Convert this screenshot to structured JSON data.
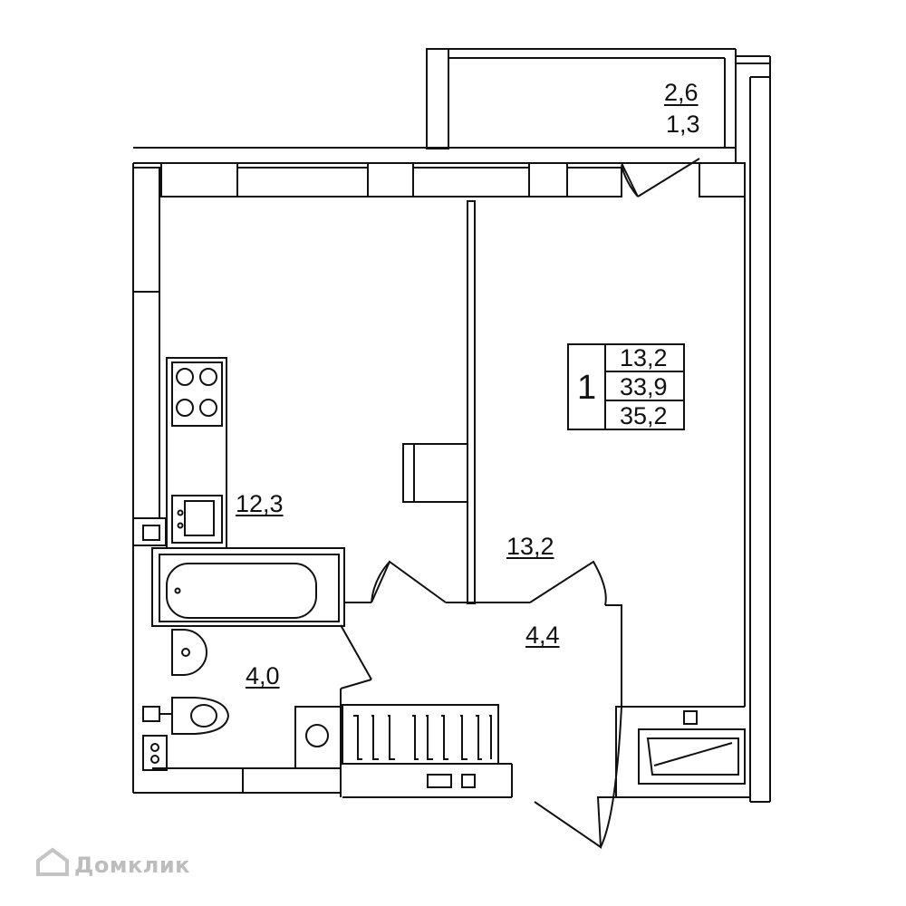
{
  "rooms": {
    "balcony": {
      "top": "2,6",
      "bottom": "1,3"
    },
    "kitchen": {
      "area": "12,3"
    },
    "living": {
      "area": "13,2"
    },
    "hall": {
      "area": "4,4"
    },
    "bathroom": {
      "area": "4,0"
    }
  },
  "summary": {
    "room_count": "1",
    "living_area": "13,2",
    "total_area": "33,9",
    "total_with_balcony": "35,2"
  },
  "watermark": {
    "text": "Домклик",
    "icon": "house-logo-icon"
  }
}
